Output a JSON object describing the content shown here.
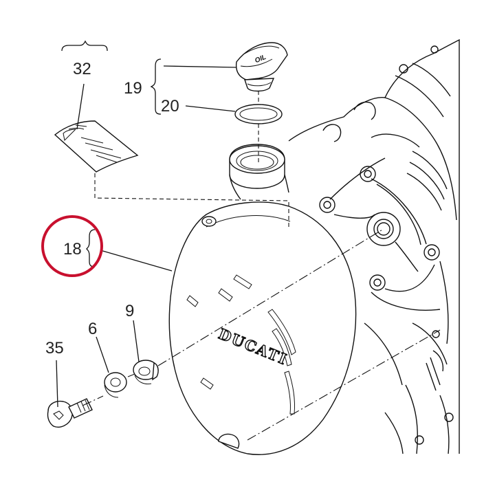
{
  "diagram": {
    "callouts": {
      "c32": "32",
      "c19": "19",
      "c20": "20",
      "c18": "18",
      "c35": "35",
      "c6": "6",
      "c9": "9"
    },
    "cap_label": "OIL",
    "cover_brand": "DUCATI",
    "highlight_color": "#c8102e",
    "line_color": "#111111",
    "icons": [
      "label-sticker-icon",
      "oil-filler-cap-icon",
      "o-ring-icon",
      "clutch-cover-icon",
      "screw-icon",
      "washer-icon",
      "bushing-icon",
      "engine-crankcase-icon"
    ]
  }
}
